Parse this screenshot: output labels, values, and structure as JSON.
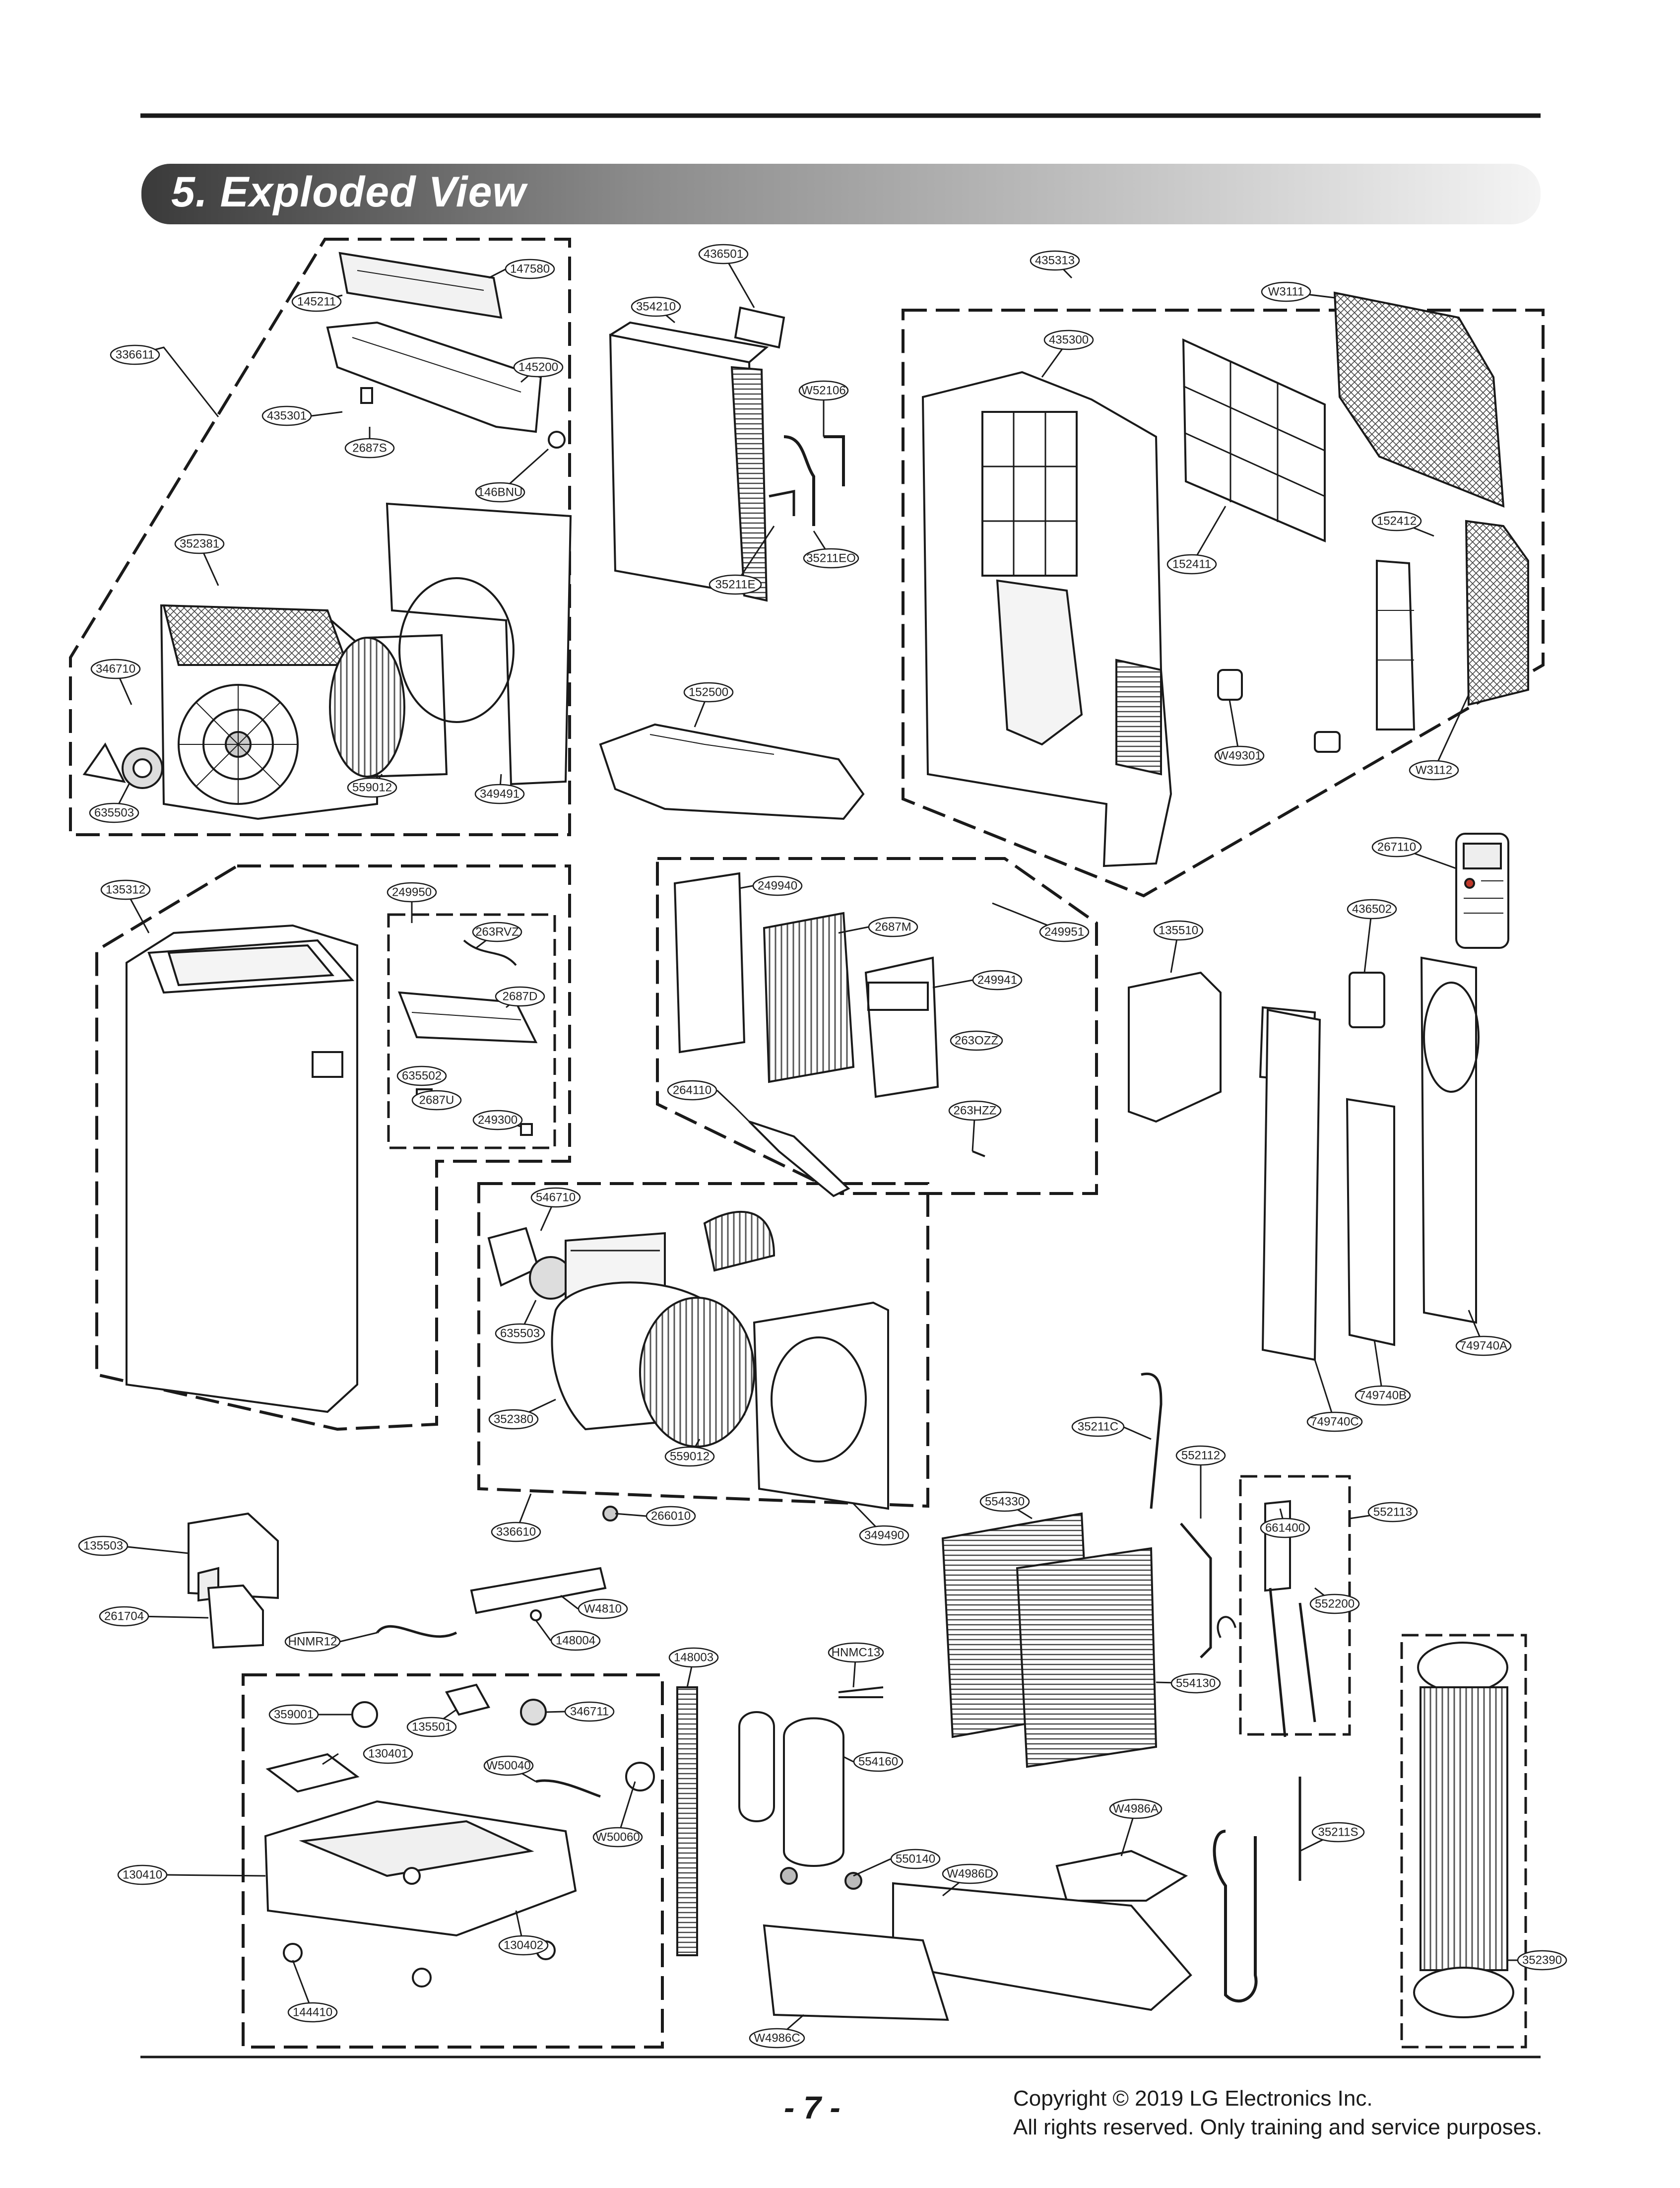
{
  "section": {
    "title": "5. Exploded View"
  },
  "parts": [
    {
      "id": "p0",
      "code": "147580"
    },
    {
      "id": "p1",
      "code": "145211"
    },
    {
      "id": "p2",
      "code": "336611"
    },
    {
      "id": "p3",
      "code": "145200"
    },
    {
      "id": "p4",
      "code": "435301"
    },
    {
      "id": "p5",
      "code": "2687S"
    },
    {
      "id": "p6",
      "code": "146BNU"
    },
    {
      "id": "p7",
      "code": "352381"
    },
    {
      "id": "p8",
      "code": "346710"
    },
    {
      "id": "p9",
      "code": "559012"
    },
    {
      "id": "p10",
      "code": "349491"
    },
    {
      "id": "p11",
      "code": "635503"
    },
    {
      "id": "p12",
      "code": "436501"
    },
    {
      "id": "p13",
      "code": "354210"
    },
    {
      "id": "p14",
      "code": "W52106"
    },
    {
      "id": "p15",
      "code": "35211EO"
    },
    {
      "id": "p16",
      "code": "35211E"
    },
    {
      "id": "p17",
      "code": "152500"
    },
    {
      "id": "p18",
      "code": "435313"
    },
    {
      "id": "p19",
      "code": "W3111"
    },
    {
      "id": "p20",
      "code": "435300"
    },
    {
      "id": "p21",
      "code": "152412"
    },
    {
      "id": "p22",
      "code": "152411"
    },
    {
      "id": "p23",
      "code": "W49301"
    },
    {
      "id": "p24",
      "code": "W3112"
    },
    {
      "id": "p25",
      "code": "267110"
    },
    {
      "id": "p26",
      "code": "135312"
    },
    {
      "id": "p27",
      "code": "249950"
    },
    {
      "id": "p28",
      "code": "263RVZ"
    },
    {
      "id": "p29",
      "code": "2687D"
    },
    {
      "id": "p30",
      "code": "635502"
    },
    {
      "id": "p31",
      "code": "2687U"
    },
    {
      "id": "p32",
      "code": "249300"
    },
    {
      "id": "p33",
      "code": "249940"
    },
    {
      "id": "p34",
      "code": "2687M"
    },
    {
      "id": "p35",
      "code": "249951"
    },
    {
      "id": "p36",
      "code": "249941"
    },
    {
      "id": "p37",
      "code": "263OZZ"
    },
    {
      "id": "p38",
      "code": "264110"
    },
    {
      "id": "p39",
      "code": "263HZZ"
    },
    {
      "id": "p40",
      "code": "135510"
    },
    {
      "id": "p41",
      "code": "436502"
    },
    {
      "id": "p42",
      "code": "546710"
    },
    {
      "id": "p43",
      "code": "635503"
    },
    {
      "id": "p44",
      "code": "352380"
    },
    {
      "id": "p45",
      "code": "559012"
    },
    {
      "id": "p46",
      "code": "266010"
    },
    {
      "id": "p47",
      "code": "336610"
    },
    {
      "id": "p48",
      "code": "349490"
    },
    {
      "id": "p49",
      "code": "749740A"
    },
    {
      "id": "p50",
      "code": "749740B"
    },
    {
      "id": "p51",
      "code": "749740C"
    },
    {
      "id": "p52",
      "code": "35211C"
    },
    {
      "id": "p53",
      "code": "552112"
    },
    {
      "id": "p54",
      "code": "554330"
    },
    {
      "id": "p55",
      "code": "661400"
    },
    {
      "id": "p56",
      "code": "552113"
    },
    {
      "id": "p57",
      "code": "552200"
    },
    {
      "id": "p58",
      "code": "135503"
    },
    {
      "id": "p59",
      "code": "261704"
    },
    {
      "id": "p60",
      "code": "W4810"
    },
    {
      "id": "p61",
      "code": "HNMR12"
    },
    {
      "id": "p62",
      "code": "148004"
    },
    {
      "id": "p63",
      "code": "148003"
    },
    {
      "id": "p64",
      "code": "HNMC13"
    },
    {
      "id": "p65",
      "code": "554130"
    },
    {
      "id": "p66",
      "code": "359001"
    },
    {
      "id": "p67",
      "code": "135501"
    },
    {
      "id": "p68",
      "code": "346711"
    },
    {
      "id": "p69",
      "code": "130401"
    },
    {
      "id": "p70",
      "code": "W50040"
    },
    {
      "id": "p71",
      "code": "554160"
    },
    {
      "id": "p72",
      "code": "W50060"
    },
    {
      "id": "p73",
      "code": "W4986A"
    },
    {
      "id": "p74",
      "code": "35211S"
    },
    {
      "id": "p75",
      "code": "130410"
    },
    {
      "id": "p76",
      "code": "550140"
    },
    {
      "id": "p77",
      "code": "W4986D"
    },
    {
      "id": "p78",
      "code": "130402"
    },
    {
      "id": "p79",
      "code": "352390"
    },
    {
      "id": "p80",
      "code": "144410"
    },
    {
      "id": "p81",
      "code": "W4986C"
    }
  ],
  "footer": {
    "page_number": "- 7 -",
    "copyright_line1": "Copyright © 2019 LG Electronics Inc.",
    "copyright_line2": "All rights reserved. Only training and service purposes."
  }
}
